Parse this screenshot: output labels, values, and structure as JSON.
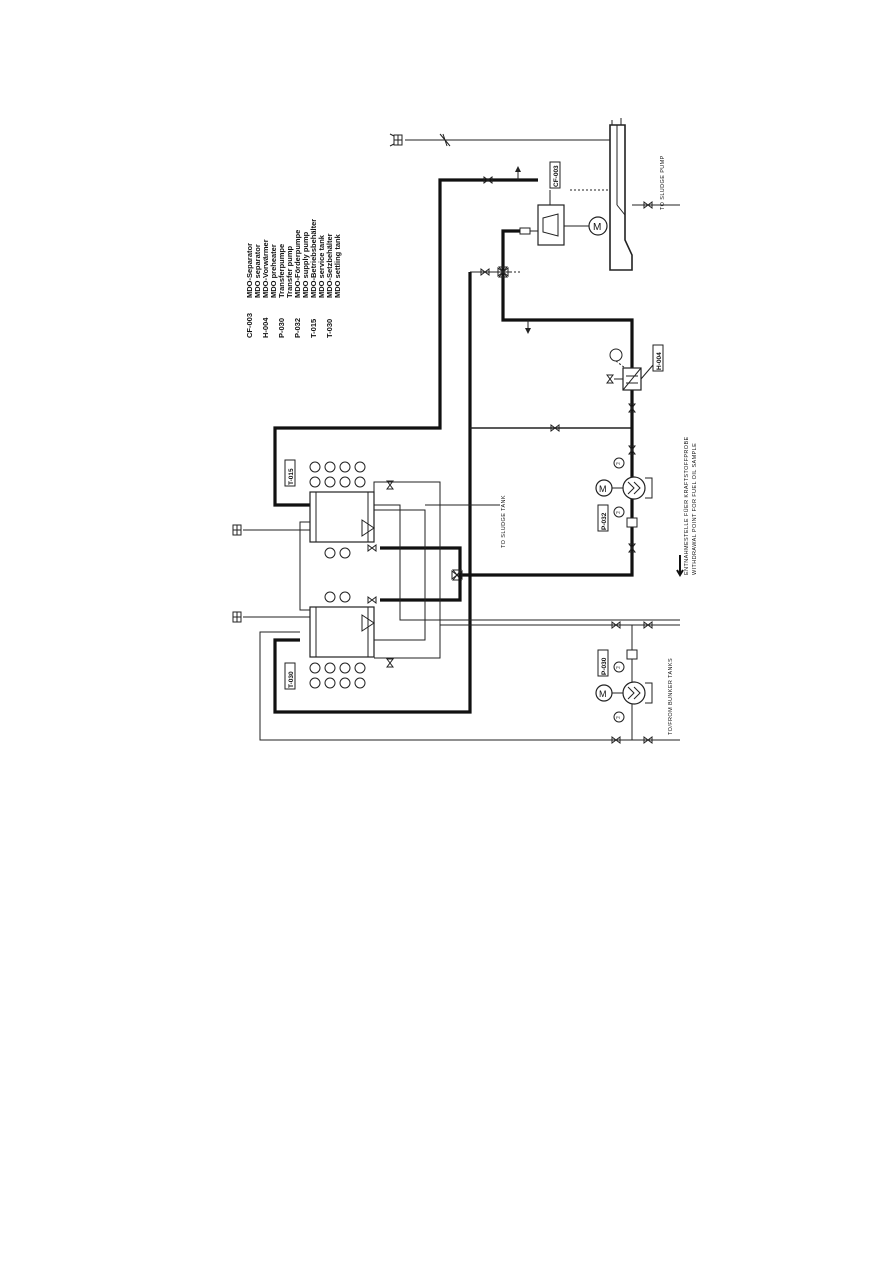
{
  "legend": [
    {
      "code": "CF-003",
      "lines": [
        "MDO-Separator",
        "MDO separator"
      ]
    },
    {
      "code": "H-004",
      "lines": [
        "MDO-Vorwärmer",
        "MDO preheater"
      ]
    },
    {
      "code": "P-030",
      "lines": [
        "Transferpumpe",
        "Transfer pump"
      ]
    },
    {
      "code": "P-032",
      "lines": [
        "MDO-Förderpumpe",
        "MDO supply pump"
      ]
    },
    {
      "code": "T-015",
      "lines": [
        "MDO-Betriebsbehälter",
        "MDO service tank"
      ]
    },
    {
      "code": "T-030",
      "lines": [
        "MDO-Setzbehälter",
        "MDO settling tank"
      ]
    }
  ],
  "tags": {
    "cf003": "CF-003",
    "h004": "H-004",
    "t015": "T-015",
    "t030": "T-030",
    "p030": "P-030",
    "p032": "P-032"
  },
  "labels": {
    "to_sludge_pump": "TO SLUDGE PUMP",
    "to_sludge_tank": "TO SLUDGE TANK",
    "bunker_tanks": "TO/FROM BUNKER TANKS",
    "sample_de": "ENTNAHMESTELLE FÜER KRAFTSTOFFPROBE",
    "sample_en": "WITHDRAWAL POINT FOR FUEL OIL SAMPLE"
  },
  "symbols": {
    "motor": "M",
    "pressure_gauge": "PI"
  }
}
